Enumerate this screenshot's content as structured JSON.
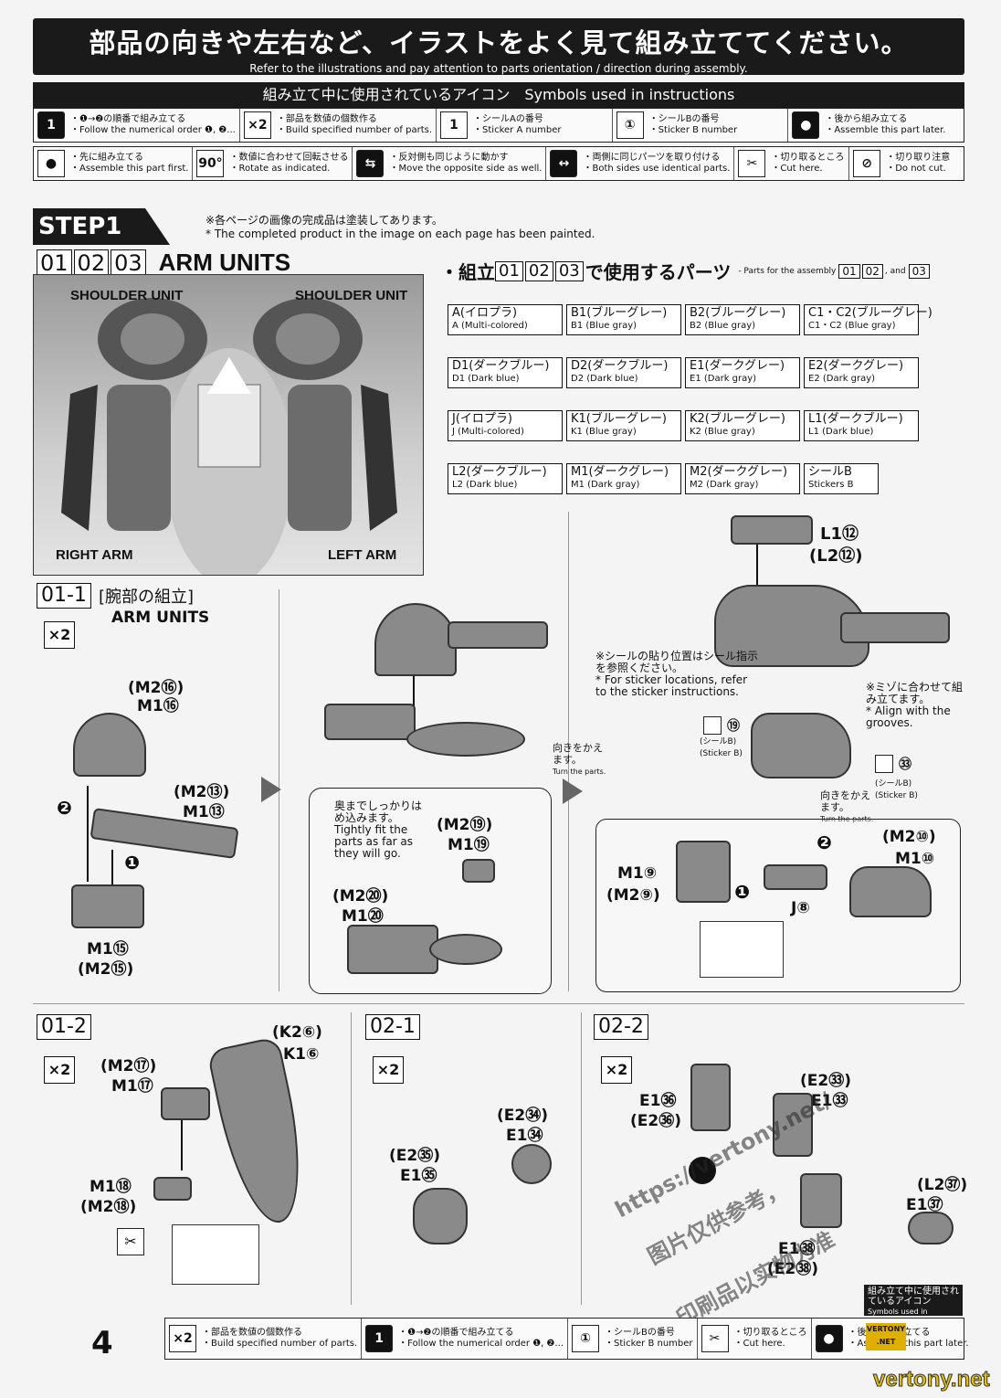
{
  "header": {
    "title_jp": "部品の向きや左右など、イラストをよく見て組み立ててください。",
    "title_en": "Refer to the illustrations and pay attention to parts orientation / direction during assembly."
  },
  "symbols": {
    "title": "組み立て中に使用されているアイコン　Symbols used in instructions",
    "row1": [
      {
        "icon": "1",
        "jp": "・❶→❷の順番で組み立てる",
        "en": "・Follow the numerical order ❶, ❷..."
      },
      {
        "icon": "×2",
        "jp": "・部品を数値の個数作る",
        "en": "・Build specified number of parts."
      },
      {
        "icon": "1",
        "jp": "・シールAの番号",
        "en": "・Sticker A number"
      },
      {
        "icon": "①",
        "jp": "・シールBの番号",
        "en": "・Sticker B number"
      },
      {
        "icon": "●",
        "jp": "・後から組み立てる",
        "en": "・Assemble this part later."
      }
    ],
    "row2": [
      {
        "icon": "●",
        "jp": "・先に組み立てる",
        "en": "・Assemble this part first."
      },
      {
        "icon": "90°",
        "jp": "・数値に合わせて回転させる",
        "en": "・Rotate as indicated."
      },
      {
        "icon": "⇆",
        "jp": "・反対側も同じように動かす",
        "en": "・Move the opposite side as well."
      },
      {
        "icon": "↔",
        "jp": "・両側に同じパーツを取り付ける",
        "en": "・Both sides use identical parts."
      },
      {
        "icon": "✂",
        "jp": "・切り取るところ",
        "en": "・Cut here."
      },
      {
        "icon": "⊘",
        "jp": "・切り取り注意",
        "en": "・Do not cut."
      }
    ]
  },
  "step1": {
    "label": "STEP1",
    "note_jp": "※各ページの画像の完成品は塗装してあります。",
    "note_en": "* The completed product in the image on each page has been painted.",
    "sections": [
      "01",
      "02",
      "03"
    ],
    "title": "ARM UNITS",
    "photo_labels": {
      "sl": "SHOULDER UNIT",
      "sr": "SHOULDER UNIT",
      "ra": "RIGHT ARM",
      "la": "LEFT ARM"
    }
  },
  "parts_list": {
    "title_jp": "・組立",
    "title_jp2": "で使用するパーツ",
    "title_en": "- Parts for the assembly",
    "title_en2": ", and",
    "items": [
      {
        "jp": "A(イロプラ)",
        "en": "A (Multi-colored)"
      },
      {
        "jp": "B1(ブルーグレー)",
        "en": "B1 (Blue gray)"
      },
      {
        "jp": "B2(ブルーグレー)",
        "en": "B2 (Blue gray)"
      },
      {
        "jp": "C1・C2(ブルーグレー)",
        "en": "C1・C2 (Blue gray)"
      },
      {
        "jp": "D1(ダークブルー)",
        "en": "D1 (Dark blue)"
      },
      {
        "jp": "D2(ダークブルー)",
        "en": "D2 (Dark blue)"
      },
      {
        "jp": "E1(ダークグレー)",
        "en": "E1 (Dark gray)"
      },
      {
        "jp": "E2(ダークグレー)",
        "en": "E2 (Dark gray)"
      },
      {
        "jp": "J(イロプラ)",
        "en": "J (Multi-colored)"
      },
      {
        "jp": "K1(ブルーグレー)",
        "en": "K1 (Blue gray)"
      },
      {
        "jp": "K2(ブルーグレー)",
        "en": "K2 (Blue gray)"
      },
      {
        "jp": "L1(ダークブルー)",
        "en": "L1 (Dark blue)"
      },
      {
        "jp": "L2(ダークブルー)",
        "en": "L2 (Dark blue)"
      },
      {
        "jp": "M1(ダークグレー)",
        "en": "M1 (Dark gray)"
      },
      {
        "jp": "M2(ダークグレー)",
        "en": "M2 (Dark gray)"
      },
      {
        "jp": "シールB",
        "en": "Stickers B"
      }
    ]
  },
  "s011": {
    "num": "01-1",
    "title_jp": "[腕部の組立]",
    "title_en": "ARM UNITS",
    "x2": "×2",
    "l1a": "(M2⑯)",
    "l1b": "M1⑯",
    "l2a": "(M2⑬)",
    "l2b": "M1⑬",
    "l3a": "M1⑮",
    "l3b": "(M2⑮)",
    "s1": "❶",
    "s2": "❷"
  },
  "s011b": {
    "tight_jp": "奥までしっかりはめ込みます。",
    "tight_en": "Tightly fit the parts as far as they will go.",
    "l1a": "(M2⑲)",
    "l1b": "M1⑲",
    "l2a": "(M2⑳)",
    "l2b": "M1⑳",
    "turn_jp": "向きをかえます。",
    "turn_en": "Turn the parts."
  },
  "s011c": {
    "l1a": "L1⑫",
    "l1b": "(L2⑫)",
    "sticker_jp": "※シールの貼り位置はシール指示を参照ください。",
    "sticker_en": "* For sticker locations, refer to the sticker instructions.",
    "groove_jp": "※ミゾに合わせて組み立てます。",
    "groove_en": "* Align with the grooves.",
    "st1": "⑲",
    "st2": "㉝",
    "stb": "(シールB)",
    "stb_en": "(Sticker B)",
    "turn_jp": "向きをかえます。",
    "turn_en": "Turn the parts.",
    "l2a": "(M2⑩)",
    "l2b": "M1⑩",
    "l3a": "M1⑨",
    "l3b": "(M2⑨)",
    "l4": "J⑧",
    "s1": "❶",
    "s2": "❷"
  },
  "s012": {
    "num": "01-2",
    "x2": "×2",
    "l1a": "(K2⑥)",
    "l1b": "K1⑥",
    "l2a": "(M2⑰)",
    "l2b": "M1⑰",
    "l3a": "M1⑱",
    "l3b": "(M2⑱)"
  },
  "s021": {
    "num": "02-1",
    "x2": "×2",
    "l1a": "(E2㉞)",
    "l1b": "E1㉞",
    "l2a": "(E2㉟)",
    "l2b": "E1㉟"
  },
  "s022": {
    "num": "02-2",
    "x2": "×2",
    "l1a": "E1㊱",
    "l1b": "(E2㊱)",
    "l2a": "(E2㉝)",
    "l2b": "E1㉝",
    "l3a": "(L2㊲)",
    "l3b": "E1㊲",
    "l4a": "E1㊳",
    "l4b": "(E2㊳)"
  },
  "footer": {
    "page": "4",
    "sym_title_jp": "組み立て中に使用されているアイコン",
    "sym_title_en": "Symbols used in instructions",
    "items": [
      {
        "icon": "×2",
        "jp": "・部品を数値の個数作る",
        "en": "・Build specified number of parts."
      },
      {
        "icon": "1",
        "jp": "・❶→❷の順番で組み立てる",
        "en": "・Follow the numerical order ❶, ❷..."
      },
      {
        "icon": "①",
        "jp": "・シールBの番号",
        "en": "・Sticker B number"
      },
      {
        "icon": "✂",
        "jp": "・切り取るところ",
        "en": "・Cut here."
      },
      {
        "icon": "●",
        "jp": "・後から組み立てる",
        "en": "・Assemble this part later."
      }
    ]
  },
  "watermark": {
    "url": "https://vertony.net/",
    "cn1": "图片仅供参考，",
    "cn2": "印刷品以实物为准",
    "site": "vertony.net",
    "badge": "VERTONY .NET"
  }
}
